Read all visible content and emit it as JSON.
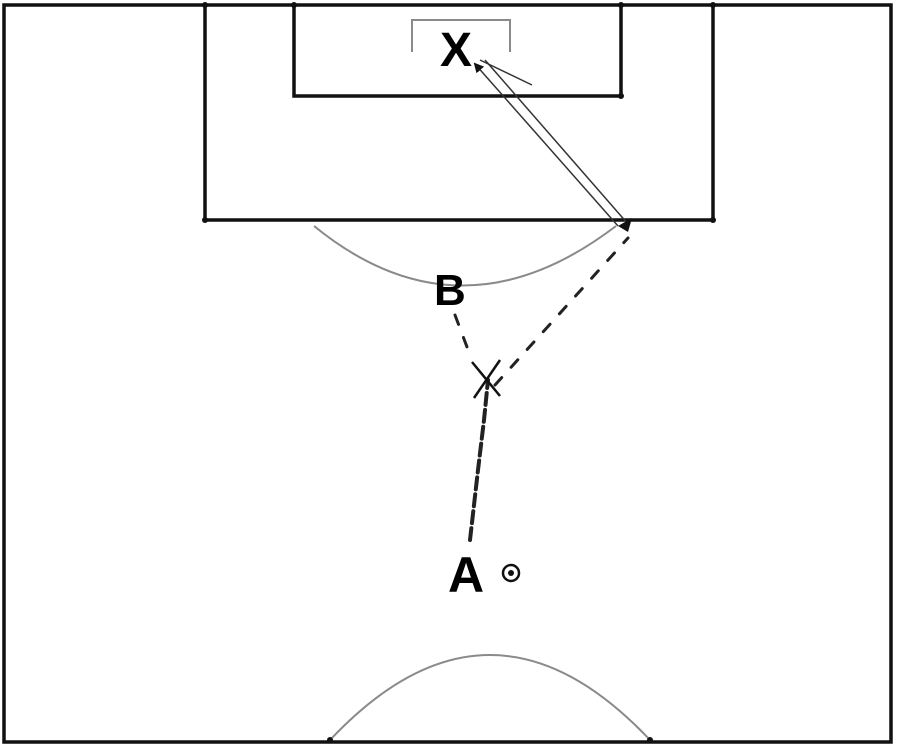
{
  "labels": {
    "goal_marker": "X",
    "player_a": "A",
    "player_b": "B"
  },
  "icons": {
    "ball": "ball-icon",
    "cone": "cone-icon"
  },
  "colors": {
    "lines": "#111111",
    "background": "#ffffff"
  }
}
